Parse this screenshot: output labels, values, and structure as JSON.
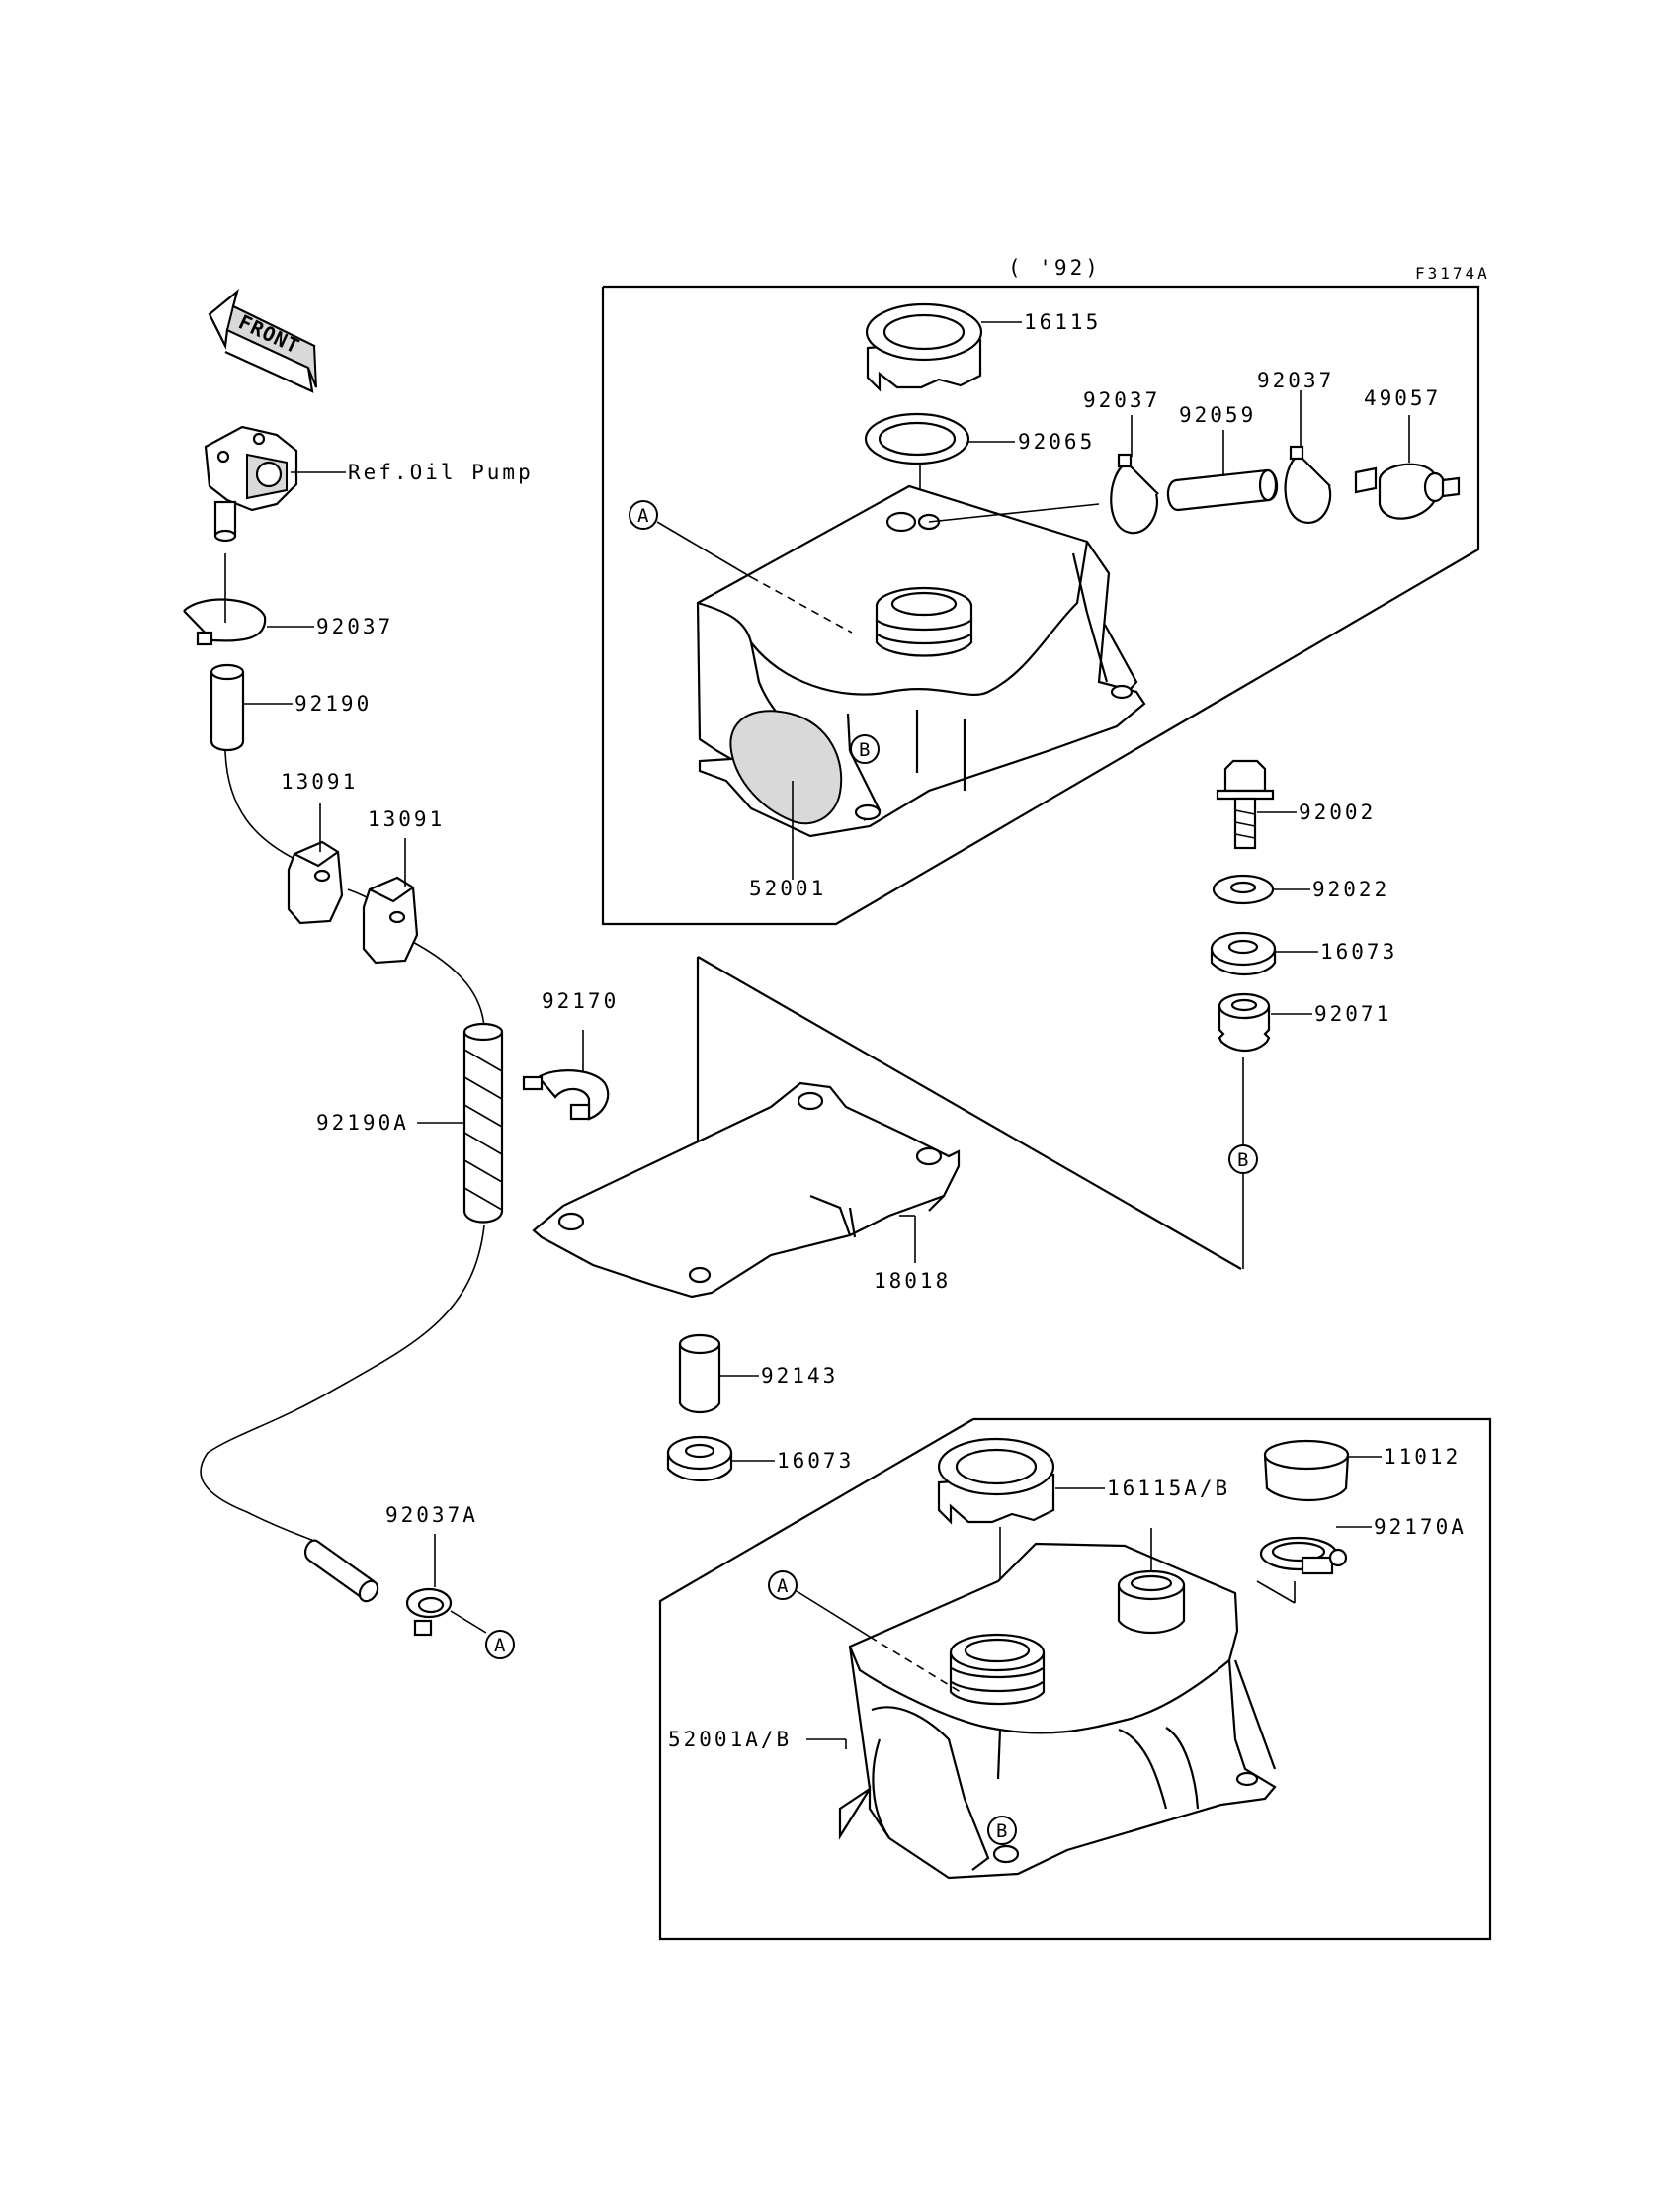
{
  "header": {
    "year_note": "( '92)",
    "figure_code": "F3174A"
  },
  "front_arrow": {
    "label": "FRONT"
  },
  "refs": {
    "A": "A",
    "B": "B"
  },
  "labels": {
    "ref_oil_pump": "Ref.Oil Pump",
    "p92037_top": "92037",
    "p92190": "92190",
    "p13091_a": "13091",
    "p13091_b": "13091",
    "p92190A": "92190A",
    "p92037A": "92037A",
    "p92170": "92170",
    "p18018": "18018",
    "p92143": "92143",
    "p16073_low": "16073",
    "p16115": "16115",
    "p92065": "92065",
    "p92037_b": "92037",
    "p92059": "92059",
    "p92037_c": "92037",
    "p49057": "49057",
    "p52001": "52001",
    "p92002": "92002",
    "p92022": "92022",
    "p16073_mid": "16073",
    "p92071": "92071",
    "p16115AB": "16115A/B",
    "p11012": "11012",
    "p92170A": "92170A",
    "p52001AB": "52001A/B"
  }
}
